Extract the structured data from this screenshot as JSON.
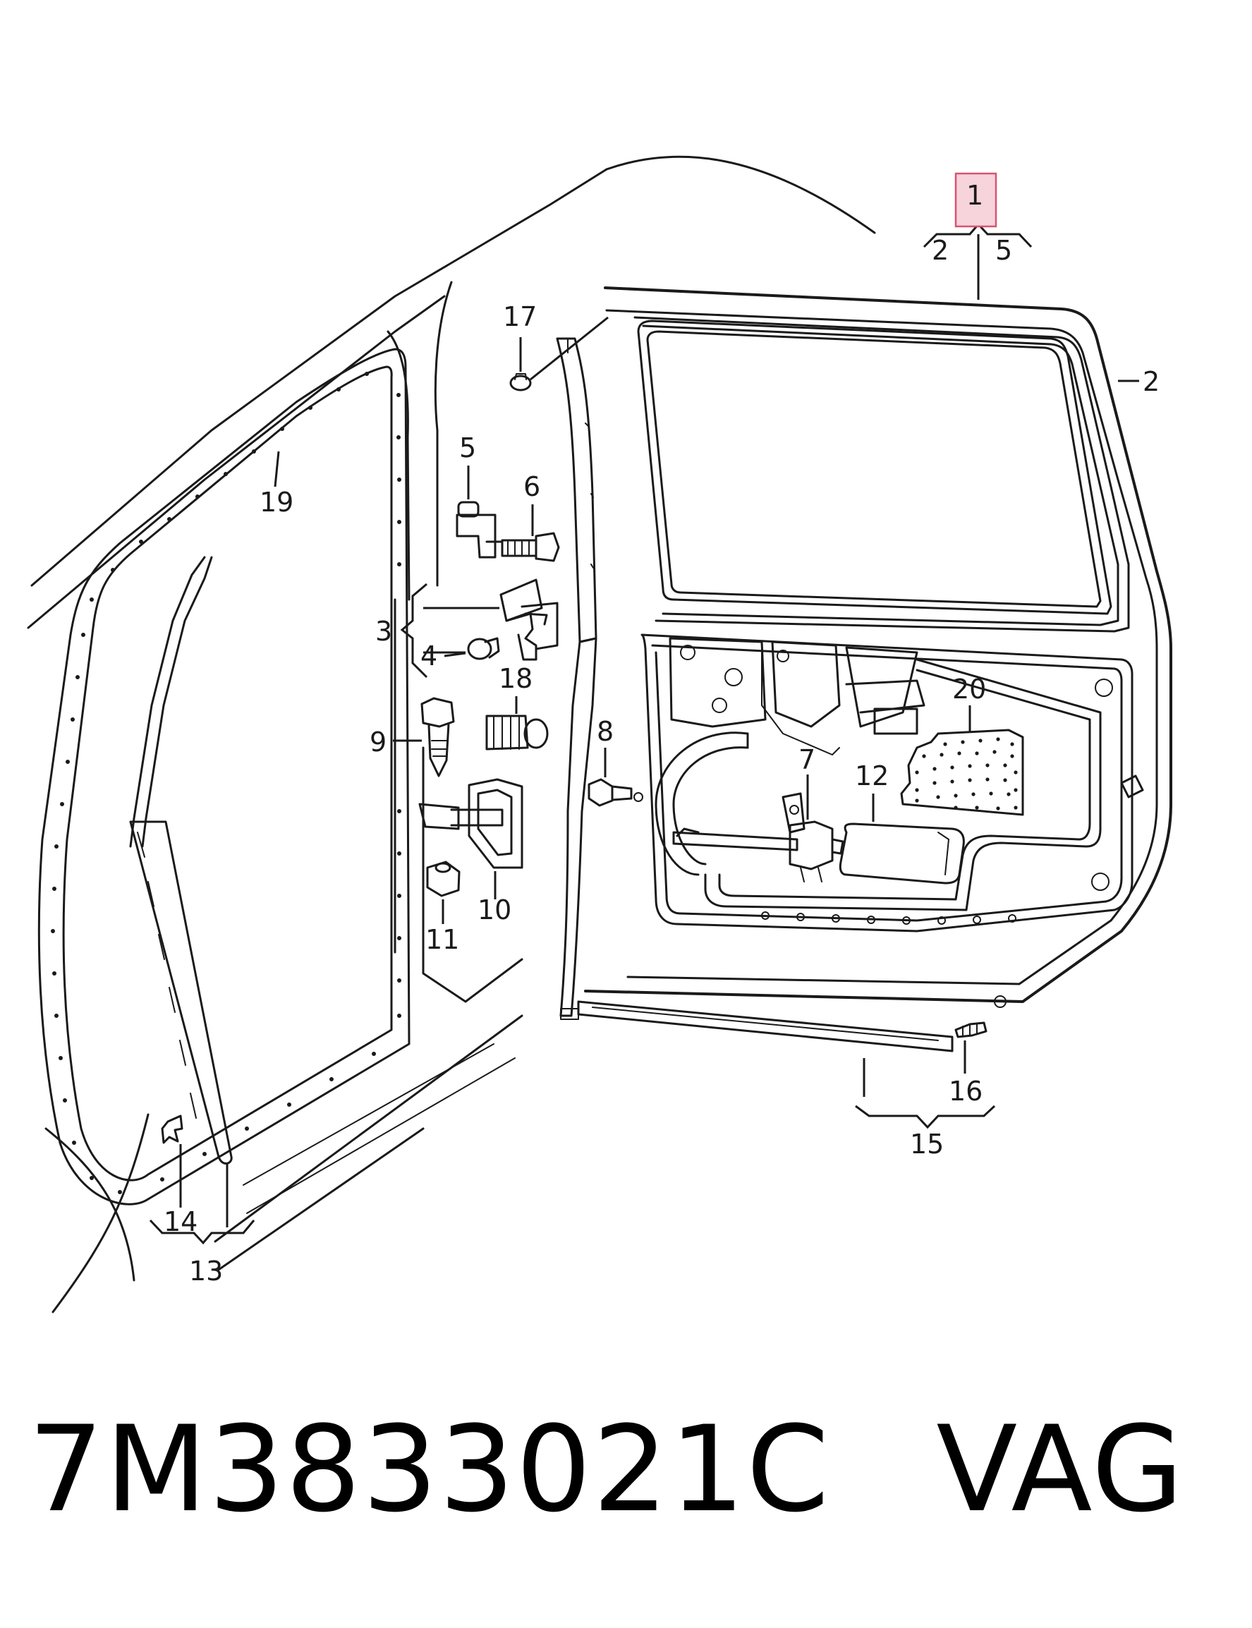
{
  "callouts": {
    "c1": "1",
    "c2a": "2",
    "c5a": "5",
    "c2": "2",
    "c17": "17",
    "c5": "5",
    "c6": "6",
    "c19": "19",
    "c3": "3",
    "c4": "4",
    "c18": "18",
    "c9": "9",
    "c8": "8",
    "c7": "7",
    "c12": "12",
    "c20": "20",
    "c10": "10",
    "c11": "11",
    "c16": "16",
    "c15": "15",
    "c14": "14",
    "c13": "13"
  },
  "highlighted_callout": "1",
  "footer": {
    "part_number": "7M3833021C",
    "brand": "VAG"
  }
}
